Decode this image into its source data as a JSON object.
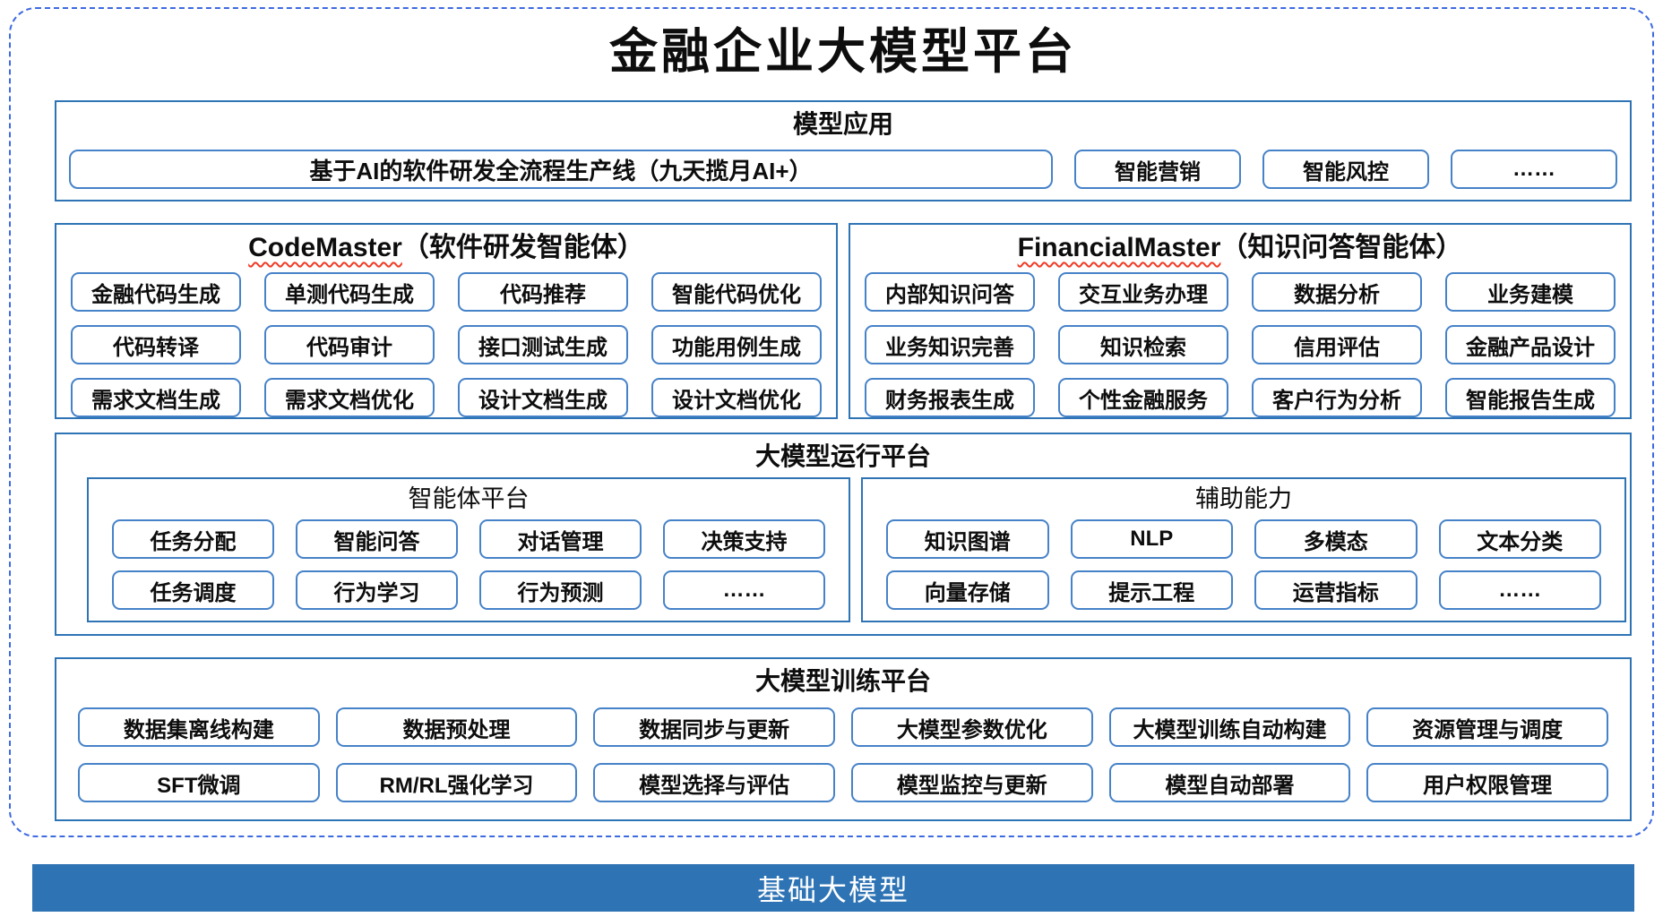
{
  "title": "金融企业大模型平台",
  "colors": {
    "outer_dashed_border": "#3E6AE1",
    "section_border": "#2E74B5",
    "button_border": "#4682C8",
    "base_bar_bg": "#2E74B5",
    "spellcheck_underline": "#F03B25"
  },
  "model_app": {
    "header": "模型应用",
    "pipeline_item": "基于AI的软件研发全流程生产线（九天揽月AI+）",
    "items": [
      "智能营销",
      "智能风控",
      "……"
    ]
  },
  "code_master": {
    "title_en": "CodeMaster",
    "title_suffix": "（软件研发智能体）",
    "items": [
      "金融代码生成",
      "单测代码生成",
      "代码推荐",
      "智能代码优化",
      "代码转译",
      "代码审计",
      "接口测试生成",
      "功能用例生成",
      "需求文档生成",
      "需求文档优化",
      "设计文档生成",
      "设计文档优化"
    ]
  },
  "financial_master": {
    "title_en": "FinancialMaster",
    "title_suffix": "（知识问答智能体）",
    "items": [
      "内部知识问答",
      "交互业务办理",
      "数据分析",
      "业务建模",
      "业务知识完善",
      "知识检索",
      "信用评估",
      "金融产品设计",
      "财务报表生成",
      "个性金融服务",
      "客户行为分析",
      "智能报告生成"
    ]
  },
  "runtime_platform": {
    "header": "大模型运行平台",
    "agent_platform": {
      "header": "智能体平台",
      "items": [
        "任务分配",
        "智能问答",
        "对话管理",
        "决策支持",
        "任务调度",
        "行为学习",
        "行为预测",
        "……"
      ]
    },
    "aux_capabilities": {
      "header": "辅助能力",
      "items": [
        "知识图谱",
        "NLP",
        "多模态",
        "文本分类",
        "向量存储",
        "提示工程",
        "运营指标",
        "……"
      ]
    }
  },
  "training_platform": {
    "header": "大模型训练平台",
    "items": [
      "数据集离线构建",
      "数据预处理",
      "数据同步与更新",
      "大模型参数优化",
      "大模型训练自动构建",
      "资源管理与调度",
      "SFT微调",
      "RM/RL强化学习",
      "模型选择与评估",
      "模型监控与更新",
      "模型自动部署",
      "用户权限管理"
    ]
  },
  "base_model": {
    "label": "基础大模型"
  }
}
